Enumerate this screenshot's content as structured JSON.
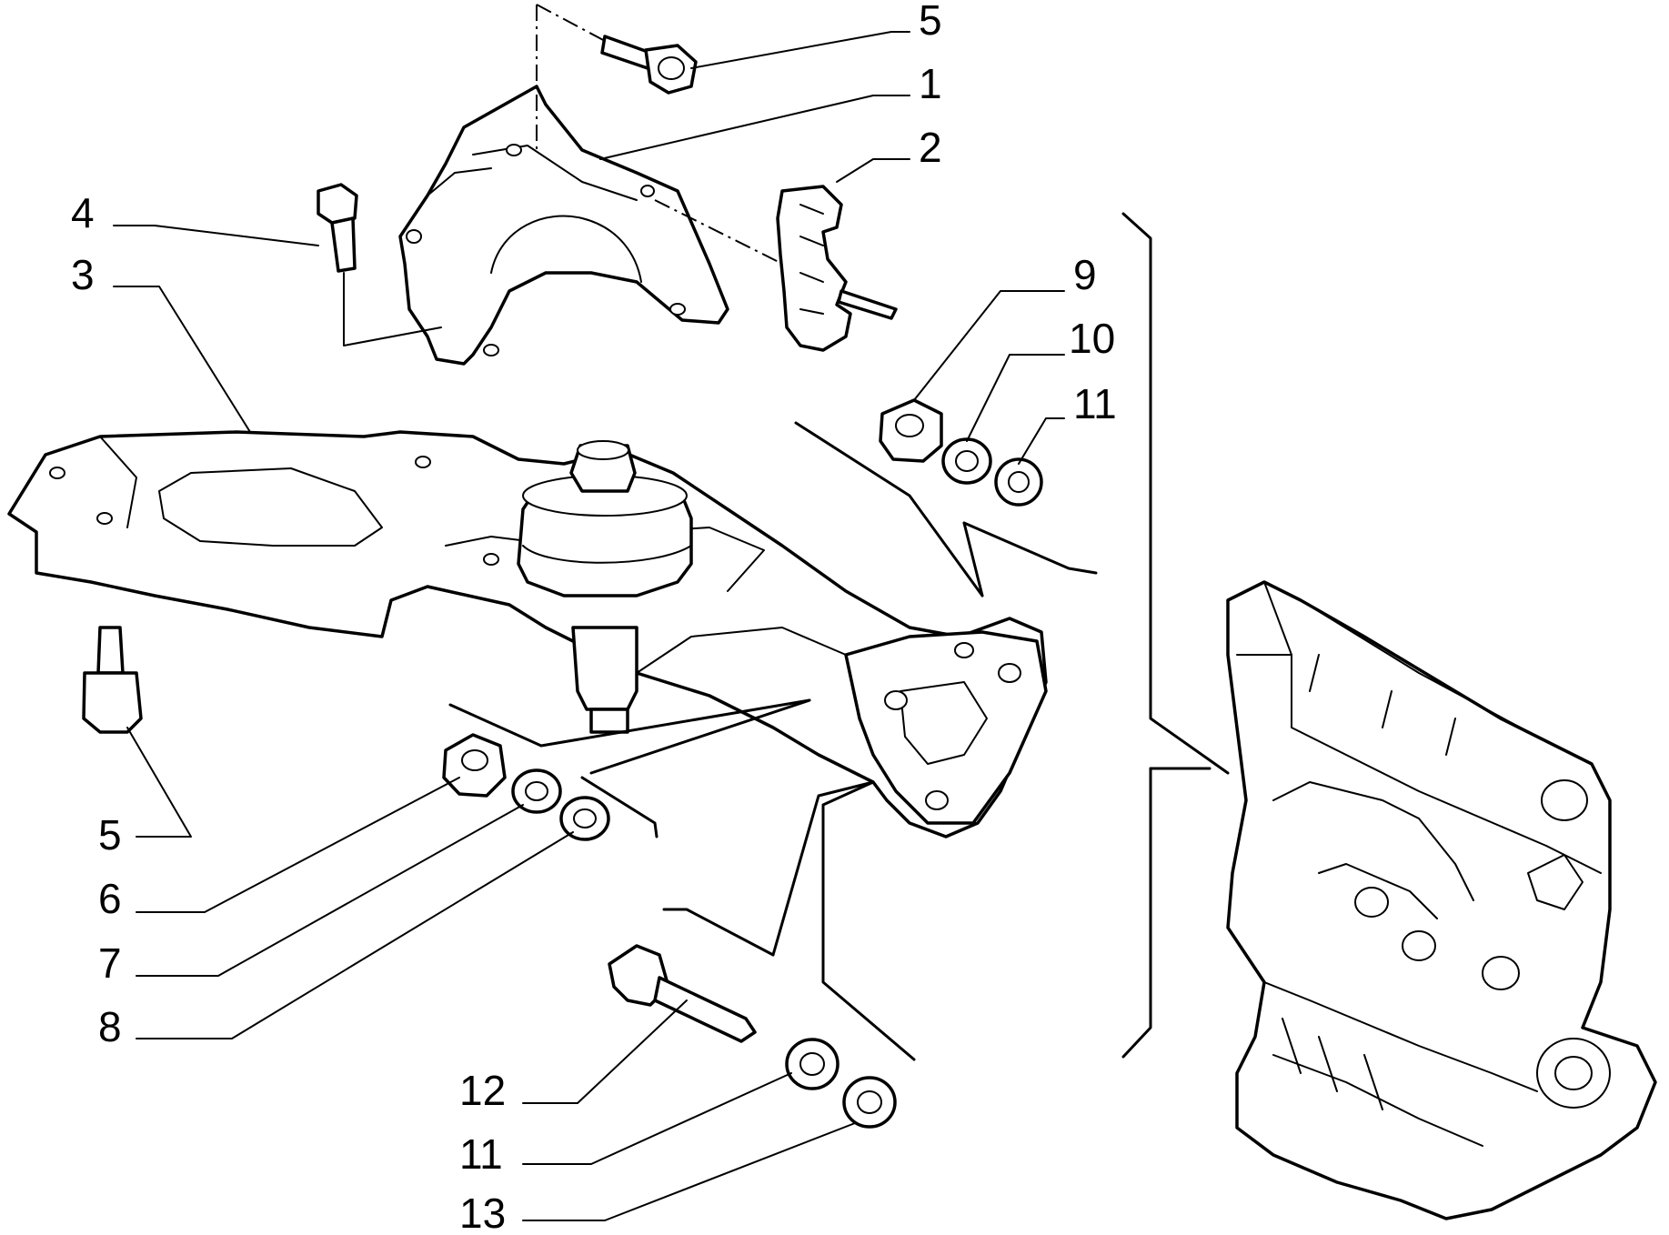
{
  "callouts": [
    {
      "id": "c5a",
      "label": "5"
    },
    {
      "id": "c1",
      "label": "1"
    },
    {
      "id": "c2",
      "label": "2"
    },
    {
      "id": "c4",
      "label": "4"
    },
    {
      "id": "c3",
      "label": "3"
    },
    {
      "id": "c9",
      "label": "9"
    },
    {
      "id": "c10",
      "label": "10"
    },
    {
      "id": "c11a",
      "label": "11"
    },
    {
      "id": "c5b",
      "label": "5"
    },
    {
      "id": "c6",
      "label": "6"
    },
    {
      "id": "c7",
      "label": "7"
    },
    {
      "id": "c8",
      "label": "8"
    },
    {
      "id": "c12",
      "label": "12"
    },
    {
      "id": "c11b",
      "label": "11"
    },
    {
      "id": "c13",
      "label": "13"
    }
  ]
}
